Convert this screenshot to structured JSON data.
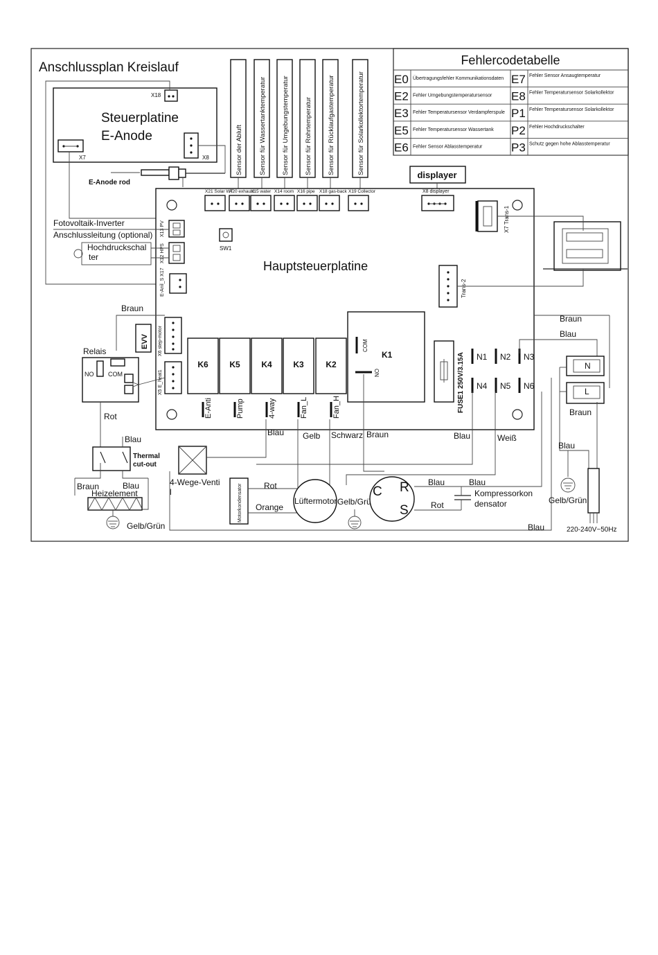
{
  "title": "Anschlussplan Kreislauf",
  "e_anode_board": {
    "title_line1": "Steuerplatine",
    "title_line2": "E-Anode",
    "conn_x18": "X18",
    "conn_x7": "X7",
    "conn_x8": "X8",
    "rod_label": "E-Anode rod"
  },
  "sensors": [
    "Sensor der Abluft",
    "Sensor für Wassertanktemperatur",
    "Sensor für Umgebungstemperatur",
    "Sensor für Rohrtemperatur",
    "Sensor für Rücklaufgastemperatur",
    "Sensor für Solarkollektortemperatur"
  ],
  "error_table": {
    "title": "Fehlercodetabelle",
    "rows": [
      {
        "code": "E0",
        "text": "Übertragungsfehler Kommunikationsdaten",
        "code2": "E7",
        "text2": "Fehler Sensor Ansaugtemperatur"
      },
      {
        "code": "E2",
        "text": "Fehler Umgebungstemperatursensor",
        "code2": "E8",
        "text2": "Fehler Temperatursensor Solarkollektor"
      },
      {
        "code": "E3",
        "text": "Fehler Temperatursensor Verdampferspule",
        "code2": "P1",
        "text2": "Fehler Temperatursensor Solarkollektor"
      },
      {
        "code": "E5",
        "text": "Fehler Temperatursensor Wassertank",
        "code2": "P2",
        "text2": "Fehler Hochdruckschalter"
      },
      {
        "code": "E6",
        "text": "Fehler Sensor Ablasstemperatur",
        "code2": "P3",
        "text2": "Schutz gegen hohe Ablasstemperatur"
      }
    ]
  },
  "main_board": {
    "title": "Hauptsteuerplatine",
    "top_connectors": [
      "X21 Solar WT",
      "X20 exhaust",
      "X15 water",
      "X14 room",
      "X16 pipe",
      "X18 gas-back",
      "X19 Collector",
      "X8 displayer"
    ],
    "displayer": "displayer",
    "sw1": "SW1",
    "x7_trans1": "X7 Trans-1",
    "trans2": "Trans-2",
    "x13_pv": "X13 PV",
    "x12_hps": "X12 HPS",
    "x17_eanode": "E-Anil_S X17",
    "x6": "X6  step-motor",
    "x5": "X5  E_heat1",
    "evv": "EVV",
    "relays": [
      "K6",
      "K5",
      "K4",
      "K3",
      "K2"
    ],
    "relay_labels": [
      "E-Anti",
      "Pump",
      "4-way",
      "Fan_L",
      "Fan_H"
    ],
    "k1": "K1",
    "com": "COM",
    "no": "NO",
    "fuse": "FUSE1 250V/3.15A",
    "n_terms": [
      "N1",
      "N2",
      "N3",
      "N4",
      "N5",
      "N6"
    ]
  },
  "left_labels": {
    "pv_line1": "Fotovoltaik-Inverter",
    "pv_line2": "Anschlussleitung (optional)",
    "hp_line1": "Hochdruckschal",
    "hp_line2": "ter"
  },
  "relay_block": {
    "title": "Relais",
    "no": "NO",
    "com": "COM"
  },
  "wires": {
    "braun_top": "Braun",
    "rot": "Rot",
    "blau_thermal": "Blau",
    "thermal_line1": "Thermal",
    "thermal_line2": "cut-out",
    "braun_heiz": "Braun",
    "blau_heiz": "Blau",
    "heizelement": "Heizelement",
    "gelb_gruen_1": "Gelb/Grün",
    "valve_line1": "4-Wege-Venti",
    "valve_line2": "l",
    "blau_4way": "Blau",
    "gelb": "Gelb",
    "schwarz": "Schwarz",
    "braun_k1": "Braun",
    "blau_n4": "Blau",
    "weiss": "Weiß",
    "motor_cap": "Motorkondensator",
    "rot_fan": "Rot",
    "orange": "Orange",
    "fan_motor": "Lüftermotor",
    "gelb_gruen_2": "Gelb/Grün",
    "comp_c": "C",
    "comp_r": "R",
    "comp_s": "S",
    "blau_c1": "Blau",
    "blau_c2": "Blau",
    "rot_cap": "Rot",
    "cap_line1": "Kompressorkon",
    "cap_line2": "densator",
    "braun_right1": "Braun",
    "blau_right": "Blau",
    "braun_right2": "Braun",
    "term_n": "N",
    "term_l": "L",
    "blau_right2": "Blau",
    "gelb_gruen_3": "Gelb/Grün",
    "blau_bottom": "Blau",
    "supply": "220-240V~50Hz"
  }
}
